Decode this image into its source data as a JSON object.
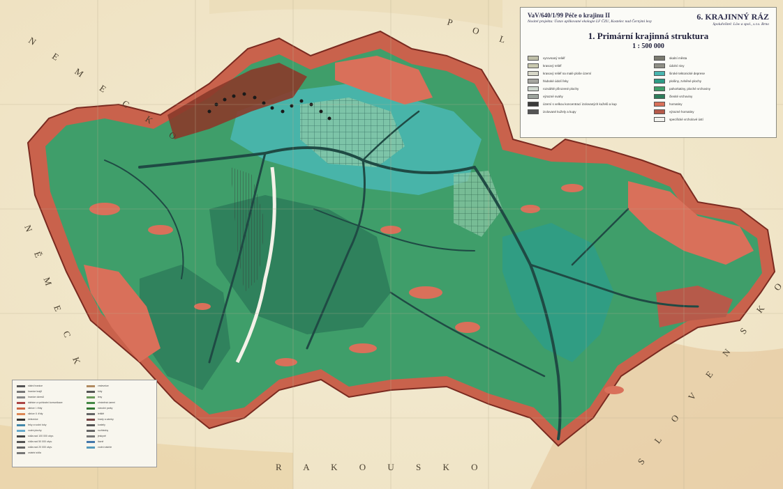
{
  "map": {
    "country_labels": [
      {
        "key": "nemecko_north",
        "text": "N E M E C K O"
      },
      {
        "key": "nemecko_west",
        "text": "N Ě M E C K O"
      },
      {
        "key": "polsko",
        "text": "P O L S K O"
      },
      {
        "key": "rakousko",
        "text": "R A K O U S K O"
      },
      {
        "key": "slovensko",
        "text": "S L O V E N S K O"
      }
    ]
  },
  "legend": {
    "project": "VaV/640/1/99 Péče o krajinu II",
    "leader": "Nositel projektu: Ústav aplikované ekologie LF ČZU, Kostelec nad Černými lesy",
    "section": "6. KRAJINNÝ RÁZ",
    "coworker": "Spoluřešitel: Löw a spol., s.r.o. Brno",
    "title": "1. Primární krajinná struktura",
    "scale": "1 : 500 000",
    "left_items": [
      {
        "label": "vyrovnaný reliéf",
        "color": "#bfbfa8"
      },
      {
        "label": "krasový reliéf",
        "color": "#c9c9b0"
      },
      {
        "label": "krasový reliéf na malé ploše území",
        "color": "#d8d8c8"
      },
      {
        "label": "hluboké údolí řeky",
        "color": "#a6a6a0"
      },
      {
        "label": "rozsáhlé přirozené plochy",
        "color": "#cfd8cf"
      },
      {
        "label": "výrazné svahy",
        "color": "#9ca39c"
      },
      {
        "label": "území s velkou koncentrací izolovaných kuželů a kup",
        "color": "#3a3a3a"
      },
      {
        "label": "izolované kužely a kupy",
        "color": "#555555"
      }
    ],
    "right_items": [
      {
        "label": "skalní města",
        "color": "#7a7a70"
      },
      {
        "label": "údolní nivy",
        "color": "#8f8f86"
      },
      {
        "label": "široké tektonické deprese",
        "color": "#49b6b0"
      },
      {
        "label": "plošiny, zvlněné plochy",
        "color": "#2f9c86"
      },
      {
        "label": "pahorkatiny, ploché vrchoviny",
        "color": "#3f9e6a"
      },
      {
        "label": "členité vrchoviny",
        "color": "#2e7d5b"
      },
      {
        "label": "hornatiny",
        "color": "#d9705a"
      },
      {
        "label": "výrazné hornatiny",
        "color": "#b65a4a"
      },
      {
        "label": "specifické vrcholové ústí",
        "color": "#f2f2ee"
      }
    ]
  },
  "topo_legend": {
    "left_items": [
      {
        "label": "státní hranice",
        "color": "#555555"
      },
      {
        "label": "hranice krajů",
        "color": "#777777"
      },
      {
        "label": "hranice okresů",
        "color": "#888888"
      },
      {
        "label": "dálnice a rychlostní komunikace",
        "color": "#aa4444"
      },
      {
        "label": "silnice I. třídy",
        "color": "#cc6644"
      },
      {
        "label": "silnice II. třídy",
        "color": "#dd8855"
      },
      {
        "label": "železnice",
        "color": "#333333"
      },
      {
        "label": "řeky a vodní toky",
        "color": "#4488aa"
      },
      {
        "label": "vodní plochy",
        "color": "#66aacc"
      },
      {
        "label": "sídla nad 100 000 obyv.",
        "color": "#444444"
      },
      {
        "label": "sídla nad 50 000 obyv.",
        "color": "#555555"
      },
      {
        "label": "sídla nad 20 000 obyv.",
        "color": "#666666"
      },
      {
        "label": "ostatní sídla",
        "color": "#777777"
      }
    ],
    "right_items": [
      {
        "label": "vrstevnice",
        "color": "#b08a60"
      },
      {
        "label": "kóty",
        "color": "#555555"
      },
      {
        "label": "lesy",
        "color": "#6a9a5a"
      },
      {
        "label": "chráněná území",
        "color": "#448844"
      },
      {
        "label": "národní parky",
        "color": "#337733"
      },
      {
        "label": "letiště",
        "color": "#666666"
      },
      {
        "label": "hrady a zámky",
        "color": "#774444"
      },
      {
        "label": "kostely",
        "color": "#555555"
      },
      {
        "label": "rozhledny",
        "color": "#666666"
      },
      {
        "label": "jeskyně",
        "color": "#777777"
      },
      {
        "label": "lázně",
        "color": "#4477aa"
      },
      {
        "label": "vodní nádrže",
        "color": "#5599bb"
      }
    ]
  },
  "colors": {
    "mountains": "#d9705a",
    "highlands": "#2e7d5b",
    "hills": "#3f9e6a",
    "plains": "#49b6b0",
    "rivers": "#1f4a44",
    "background": "#f4efe2"
  }
}
